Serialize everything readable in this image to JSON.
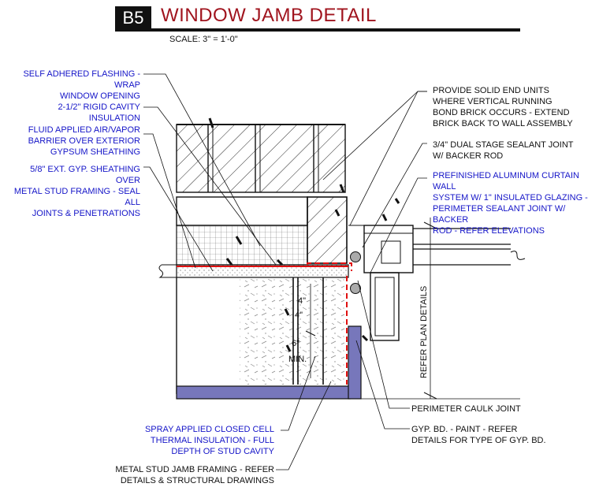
{
  "header": {
    "badge": "B5",
    "title": "WINDOW JAMB DETAIL",
    "scale": "SCALE:   3\" = 1'-0\""
  },
  "colors": {
    "title_red": "#a0141e",
    "label_blue": "#1515c8",
    "air_barrier_red": "#e01010",
    "framing_purple": "#7777bb",
    "line_black": "#111111"
  },
  "labels_left": {
    "flashing": "SELF ADHERED FLASHING - WRAP\nWINDOW OPENING",
    "cavity_insulation": "2-1/2\" RIGID CAVITY INSULATION",
    "air_barrier": "FLUID APPLIED AIR/VAPOR\nBARRIER OVER EXTERIOR\nGYPSUM SHEATHING",
    "sheathing": "5/8\" EXT. GYP. SHEATHING OVER\nMETAL STUD FRAMING - SEAL ALL\nJOINTS & PENETRATIONS",
    "spray_insulation": "SPRAY APPLIED CLOSED CELL\nTHERMAL INSULATION - FULL\nDEPTH OF STUD CAVITY",
    "stud_framing": "METAL STUD JAMB FRAMING - REFER\nDETAILS & STRUCTURAL DRAWINGS"
  },
  "labels_right": {
    "end_units": "PROVIDE SOLID END UNITS\nWHERE VERTICAL RUNNING\nBOND BRICK OCCURS - EXTEND\nBRICK BACK TO WALL ASSEMBLY",
    "sealant_joint": "3/4\" DUAL STAGE SEALANT JOINT\nW/ BACKER ROD",
    "curtain_wall": "PREFINISHED ALUMINUM CURTAIN WALL\nSYSTEM W/ 1\" INSULATED GLAZING -\nPERIMETER SEALANT JOINT W/ BACKER\nROD - REFER ELEVATIONS",
    "caulk_joint": "PERIMETER CAULK JOINT",
    "gyp_bd": "GYP. BD. - PAINT -  REFER\nDETAILS FOR TYPE OF GYP. BD.",
    "refer_plan": "REFER PLAN DETAILS"
  },
  "dimensions": {
    "d1": "4\"",
    "d2": "4\"",
    "d3": "6\"",
    "d3_min": "MIN."
  }
}
